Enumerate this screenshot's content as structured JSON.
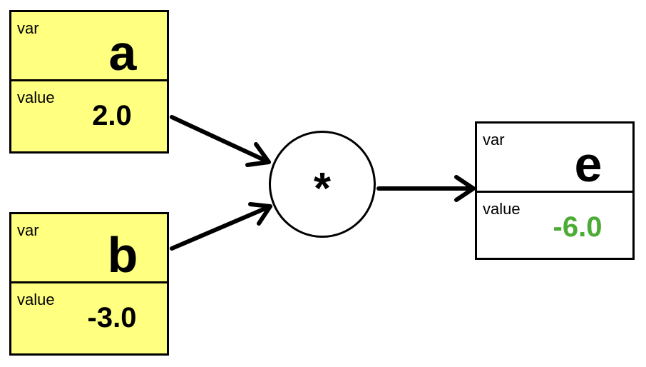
{
  "nodes": {
    "a": {
      "var_label": "var",
      "name": "a",
      "value_label": "value",
      "value": "2.0",
      "value_color": "#000000",
      "fill": "#ffff80"
    },
    "b": {
      "var_label": "var",
      "name": "b",
      "value_label": "value",
      "value": "-3.0",
      "value_color": "#000000",
      "fill": "#ffff80"
    },
    "e": {
      "var_label": "var",
      "name": "e",
      "value_label": "value",
      "value": "-6.0",
      "value_color": "#4aab35",
      "fill": "#ffffff"
    }
  },
  "operation": {
    "symbol": "*"
  },
  "edges": [
    {
      "from": "a",
      "to": "operation"
    },
    {
      "from": "b",
      "to": "operation"
    },
    {
      "from": "operation",
      "to": "e"
    }
  ]
}
